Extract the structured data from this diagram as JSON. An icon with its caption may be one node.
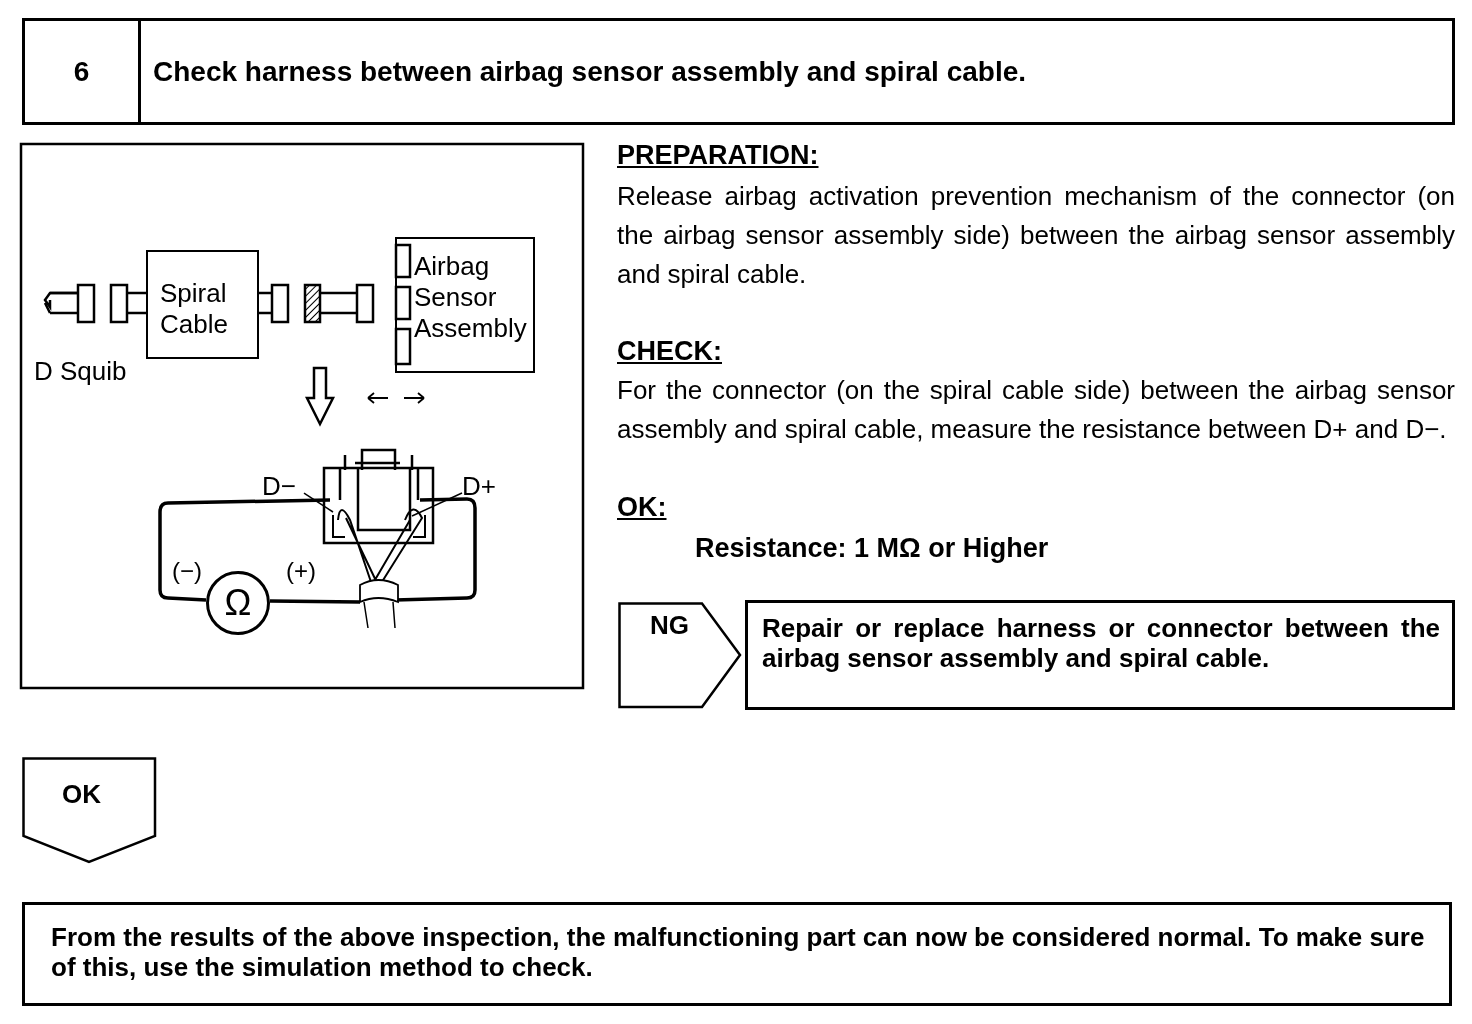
{
  "diagram": {
    "nodes": [
      {
        "text": [
          "6",
          "Check harness between airbag sensor assembly and spiral cable."
        ]
      },
      {
        "text": [
          "Spiral Cable"
        ]
      },
      {
        "text": [
          "Airbag Sensor Assembly"
        ]
      },
      {
        "text": [
          "D−"
        ]
      },
      {
        "text": [
          "D+"
        ]
      },
      {
        "text": [
          "Ω"
        ]
      },
      {
        "text": [
          "NG"
        ]
      },
      {
        "text": [
          "Repair or replace harness or connector between the airbag sensor assembly and spiral cable."
        ]
      },
      {
        "text": [
          "OK"
        ]
      },
      {
        "text": [
          "From the results of the above inspection, the malfunctioning part can now be considered normal. To make sure of this, use the simulation method to check."
        ]
      }
    ],
    "edges": [
      {
        "from": 3,
        "to": null,
        "arrow": "none"
      },
      {
        "from": 4,
        "to": null,
        "arrow": "none"
      }
    ],
    "labels": [
      "D Squib",
      "(−)",
      "(+)",
      "PREPARATION:",
      "Release airbag activation prevention mechanism of the connector (on the airbag sensor assembly side) between the airbag sensor assembly and spiral cable.",
      "CHECK:",
      "For the connector (on the spiral cable side) between the airbag sensor assembly and spiral cable, measure the resistance between D+ and D−.",
      "OK:",
      "Resistance: 1 MΩ or Higher"
    ]
  }
}
